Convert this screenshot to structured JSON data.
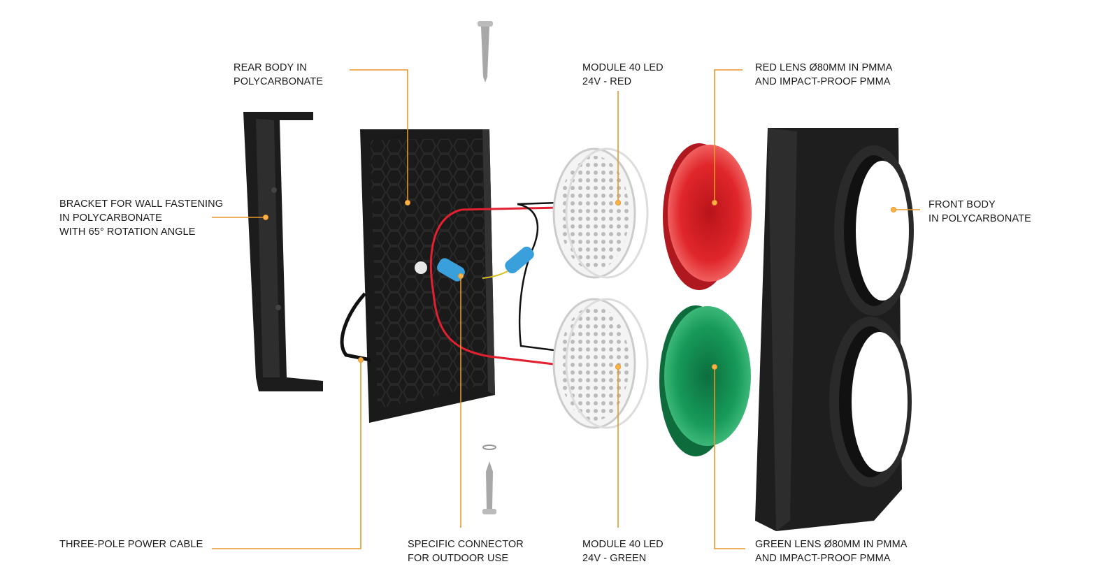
{
  "accent_color": "#e8962a",
  "labels": {
    "rear_body": [
      "REAR BODY IN",
      "POLYCARBONATE"
    ],
    "module_red": [
      "MODULE 40 LED",
      "24V - RED"
    ],
    "red_lens": [
      "RED LENS Ø80MM IN PMMA",
      "AND IMPACT-PROOF PMMA"
    ],
    "bracket": [
      "BRACKET FOR WALL FASTENING",
      "IN POLYCARBONATE",
      "WITH 65° ROTATION ANGLE"
    ],
    "front_body": [
      "FRONT BODY",
      "IN POLYCARBONATE"
    ],
    "power_cable": [
      "THREE-POLE POWER CABLE"
    ],
    "connector": [
      "SPECIFIC CONNECTOR",
      "FOR OUTDOOR USE"
    ],
    "module_green": [
      "MODULE 40 LED",
      "24V - GREEN"
    ],
    "green_lens": [
      "GREEN LENS Ø80MM IN PMMA",
      "AND IMPACT-PROOF PMMA"
    ]
  },
  "colors": {
    "body": "#1c1c1c",
    "red_lens": "#e0262b",
    "green_lens": "#179a5a",
    "wire_red": "#e3202f",
    "connector_blue": "#3aa0dc"
  }
}
